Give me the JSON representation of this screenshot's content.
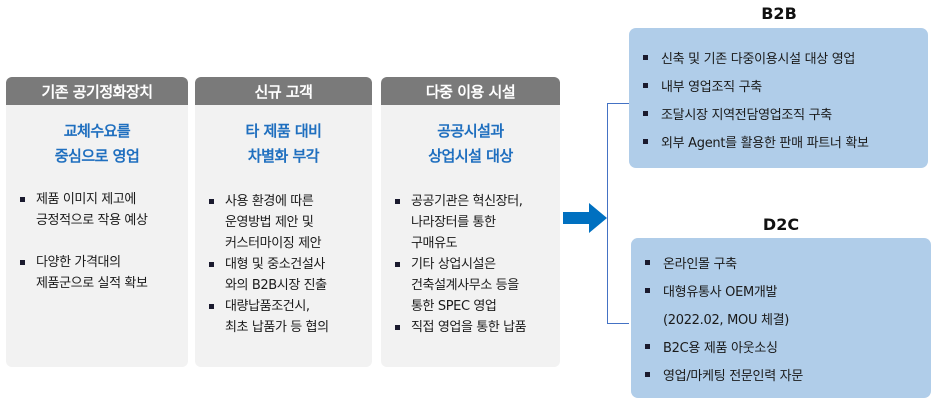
{
  "columns": [
    {
      "header": "기존 공기정화장치",
      "title_lines": [
        "교체수요를",
        "중심으로 영업"
      ],
      "bullets": [
        [
          "제품 이미지 제고에",
          "긍정적으로 작용 예상"
        ],
        [
          "다양한 가격대의",
          "제품군으로 실적 확보"
        ]
      ]
    },
    {
      "header": "신규 고객",
      "title_lines": [
        "타 제품 대비",
        "차별화 부각"
      ],
      "bullets": [
        [
          "사용 환경에 따른",
          "운영방법 제안 및",
          "커스터마이징 제안"
        ],
        [
          "대형 및 중소건설사",
          "와의 B2B시장 진출"
        ],
        [
          "대량납품조건시,",
          "최초 납품가 등 협의"
        ]
      ]
    },
    {
      "header": "다중 이용 시설",
      "title_lines": [
        "공공시설과",
        "상업시설 대상"
      ],
      "bullets": [
        [
          "공공기관은 혁신장터,",
          "나라장터를 통한",
          "구매유도"
        ],
        [
          "기타 상업시설은",
          "건축설계사무소 등을",
          "통한 SPEC 영업"
        ],
        [
          "직접 영업을 통한 납품"
        ]
      ]
    }
  ],
  "arrow_icon": "right-arrow-icon",
  "segments": {
    "b2b": {
      "label": "B2B",
      "items": [
        "신축 및 기존 다중이용시설 대상 영업",
        "내부 영업조직 구축",
        "조달시장 지역전담영업조직 구축",
        "외부 Agent를 활용한 판매 파트너 확보"
      ]
    },
    "d2c": {
      "label": "D2C",
      "items": [
        "온라인몰 구축",
        "대형유통사 OEM개발",
        "(2022.02, MOU 체결)",
        "B2C용 제품 아웃소싱",
        "영업/마케팅 전문인력 자문"
      ]
    }
  },
  "colors": {
    "header_gray": "#7a7a7a",
    "card_bg": "#f2f2f2",
    "title_blue": "#1f6fbf",
    "arrow_blue": "#0070c0",
    "bracket_blue": "#4472c4",
    "segment_bg": "#b0cde9"
  }
}
